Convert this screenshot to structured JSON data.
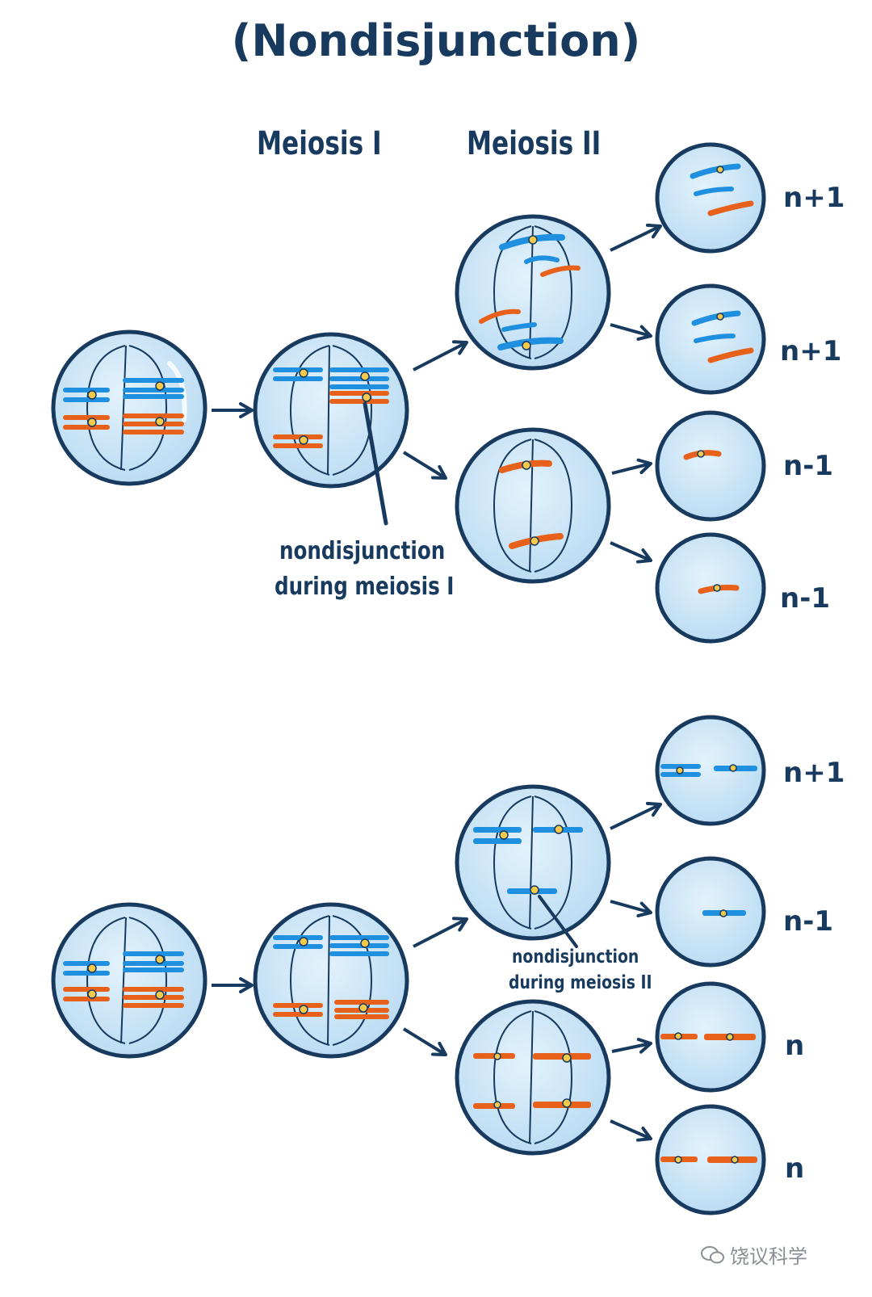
{
  "title": "(Nondisjunction)",
  "headers": {
    "meiosis1": "Meiosis I",
    "meiosis2": "Meiosis II"
  },
  "notes": {
    "top_line1": "nondisjunction",
    "top_line2": "during meiosis I",
    "bottom_line1": "nondisjunction",
    "bottom_line2": "during meiosis II"
  },
  "outcomes_meiosis1_nondisjunction": [
    "n+1",
    "n+1",
    "n-1",
    "n-1"
  ],
  "outcomes_meiosis2_nondisjunction": [
    "n+1",
    "n-1",
    "n",
    "n"
  ],
  "watermark": "饶议科学",
  "colors": {
    "cell_fill": "#cde6f7",
    "cell_outline": "#173a5e",
    "chromosome_blue": "#1f8fe0",
    "chromosome_orange": "#e8611a",
    "centromere": "#f5c94c"
  }
}
